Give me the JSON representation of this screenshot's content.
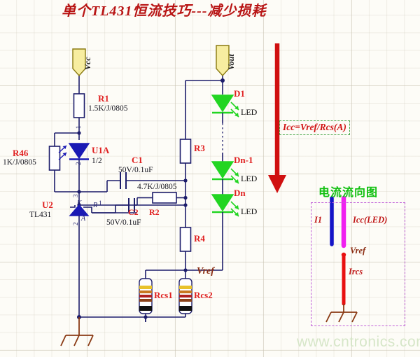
{
  "page": {
    "title": "单个TL431恒流技巧---减少损耗",
    "watermark": "www.cntronics.com",
    "background_color": "#fdfcf7"
  },
  "colors": {
    "wire": "#1d1d6b",
    "refdes": "#e02020",
    "title": "#b81414",
    "led": "#22d522",
    "device": "#1a1ab4",
    "ground": "#8a3a14",
    "netlabel": "#8a2b10",
    "flag_fill": "#f7eda0",
    "flag_stroke": "#8a7a10",
    "formula_text": "#d01212",
    "formula_border": "#4faa4f",
    "flow_border": "#c060d8",
    "flow_title": "#10c010",
    "bar_i1": "#1414c8",
    "bar_icc": "#f020f0",
    "bar_ircs": "#e81010",
    "arrow": "#d01010",
    "watermark": "#d6e6c8"
  },
  "power_flags": [
    {
      "name": "Vcc",
      "label": "Vcc"
    },
    {
      "name": "Vout",
      "label": "Vout"
    }
  ],
  "components": [
    {
      "id": "R1",
      "refdes": "R1",
      "value": "1.5K/J/0805",
      "type": "resistor"
    },
    {
      "id": "R46",
      "refdes": "R46",
      "value": "1K/J/0805",
      "type": "resistor"
    },
    {
      "id": "R2",
      "refdes": "R2",
      "value": "4.7K/J/0805",
      "type": "resistor"
    },
    {
      "id": "R3",
      "refdes": "R3",
      "value": "",
      "type": "resistor"
    },
    {
      "id": "R4",
      "refdes": "R4",
      "value": "",
      "type": "resistor"
    },
    {
      "id": "C1",
      "refdes": "C1",
      "value": "50V/0.1uF",
      "type": "capacitor"
    },
    {
      "id": "C2",
      "refdes": "C2",
      "value": "50V/0.1uF",
      "type": "capacitor"
    },
    {
      "id": "U1A",
      "refdes": "U1A",
      "value": "1/2",
      "type": "optocoupler-led"
    },
    {
      "id": "U2",
      "refdes": "U2",
      "value": "TL431",
      "type": "shunt-regulator"
    },
    {
      "id": "Rcs1",
      "refdes": "Rcs1",
      "value": "",
      "type": "axial-resistor"
    },
    {
      "id": "Rcs2",
      "refdes": "Rcs2",
      "value": "",
      "type": "axial-resistor"
    }
  ],
  "leds": [
    {
      "refdes": "D1",
      "label": "LED"
    },
    {
      "refdes": "Dn-1",
      "label": "LED"
    },
    {
      "refdes": "Dn",
      "label": "LED"
    }
  ],
  "pins": {
    "u1a_pin_top": "1",
    "u1a_pin_bottom": "2",
    "u2_pin_k": "3",
    "u2_pin_a": "2",
    "u2_pin_r": "1",
    "u2_lab_k": "K",
    "u2_lab_a": "A",
    "u2_lab_r": "R"
  },
  "net_labels": [
    {
      "name": "Vref",
      "label": "Vref"
    }
  ],
  "formula": {
    "text": "Icc=Vref/Rcs(A)"
  },
  "current_flow": {
    "title": "电流流向图",
    "bars": [
      {
        "name": "I1",
        "label": "I1",
        "color": "#1414c8"
      },
      {
        "name": "Icc(LED)",
        "label": "Icc(LED)",
        "color": "#f020f0"
      },
      {
        "name": "Ircs",
        "label": "Ircs",
        "color": "#e81010"
      }
    ],
    "node_label": "Vref"
  },
  "icons": {
    "ground": "ground-icon",
    "arrow_down": "down-arrow-icon"
  }
}
